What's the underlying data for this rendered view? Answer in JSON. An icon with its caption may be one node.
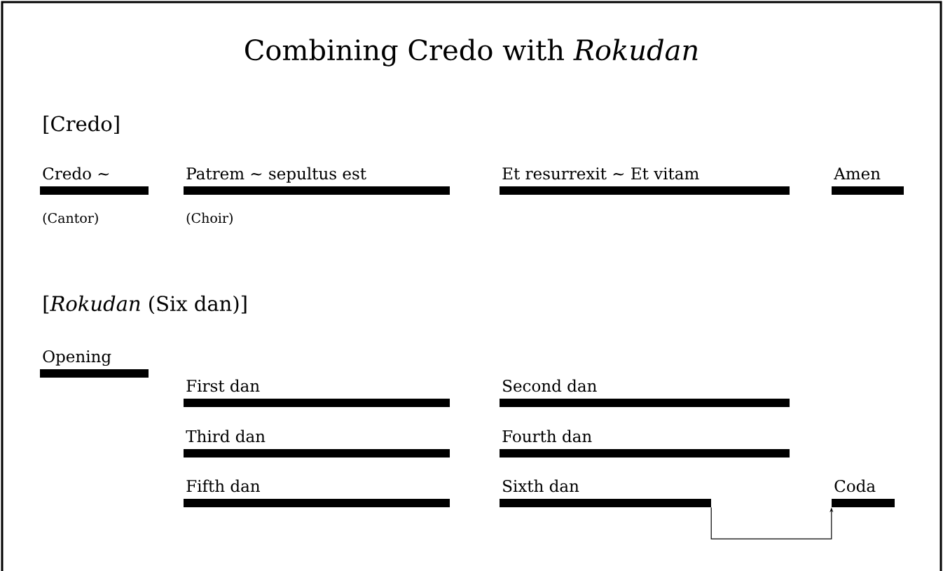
{
  "diagram": {
    "title": "Combining Credo with *Rokudan*",
    "nodes": [
      {
        "text": [
          "Credo ∼"
        ],
        "beside": [
          "(Cantor)"
        ]
      },
      {
        "text": [
          "Patrem ∼ sepultus est"
        ],
        "beside": [
          "(Choir)"
        ]
      },
      {
        "text": [
          "Et resurrexit ∼ Et vitam"
        ]
      },
      {
        "text": [
          "Amen"
        ]
      },
      {
        "text": [
          "Opening"
        ]
      },
      {
        "text": [
          "First dan"
        ]
      },
      {
        "text": [
          "Second dan"
        ]
      },
      {
        "text": [
          "Third dan"
        ]
      },
      {
        "text": [
          "Fourth dan"
        ]
      },
      {
        "text": [
          "Fifth dan"
        ]
      },
      {
        "text": [
          "Sixth dan"
        ]
      },
      {
        "text": [
          "Coda"
        ]
      }
    ],
    "edges": [
      {
        "from": 10,
        "to": 11,
        "arrow": "to"
      }
    ],
    "labels": [
      "[Credo]",
      "[*Rokudan* (Six dan)]"
    ]
  }
}
